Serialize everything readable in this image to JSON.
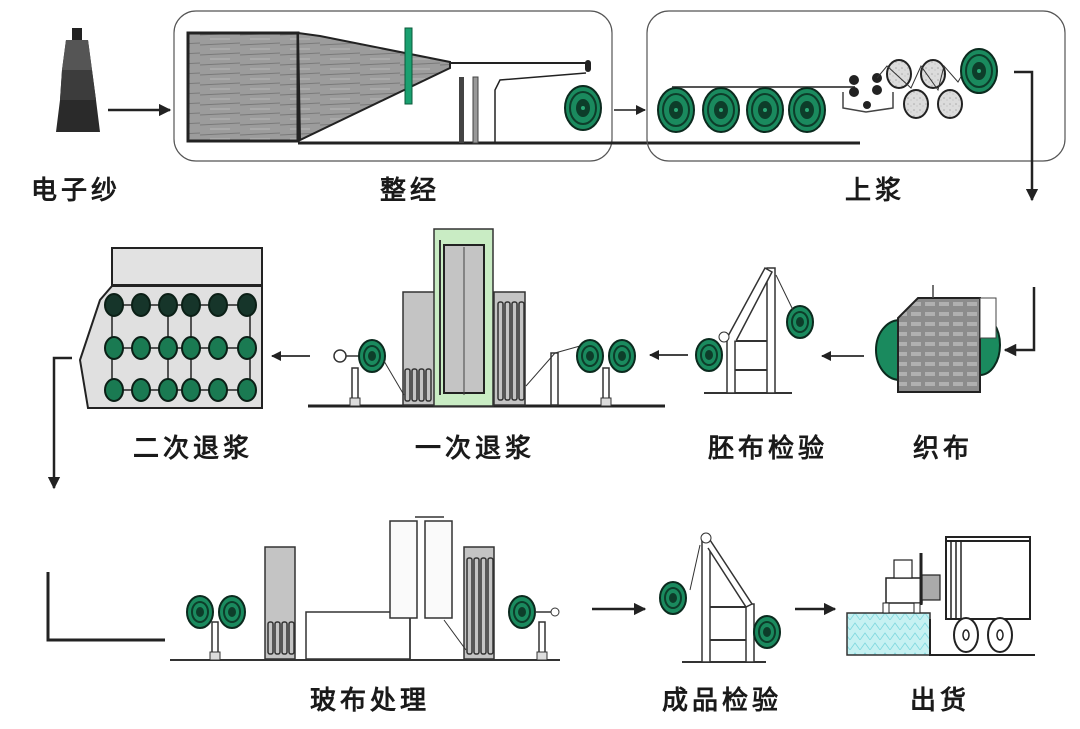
{
  "title": "电子纱 to 出货 glass fiber cloth process flow",
  "colors": {
    "roller_green": "#1a8a5e",
    "roller_dark": "#0d3d2a",
    "warp_gray": "#9a9a9a",
    "machine_gray": "#c4c4c4",
    "tank_green": "#c9ecc4",
    "cargo_cyan": "#bfeff0",
    "line": "#222222",
    "frame": "#555555"
  },
  "steps": [
    {
      "id": "yarn",
      "label": "电子纱",
      "order": 1
    },
    {
      "id": "warping",
      "label": "整经",
      "order": 2
    },
    {
      "id": "sizing",
      "label": "上浆",
      "order": 3
    },
    {
      "id": "weaving",
      "label": "织布",
      "order": 4
    },
    {
      "id": "greige-inspection",
      "label": "胚布检验",
      "order": 5
    },
    {
      "id": "first-desizing",
      "label": "一次退浆",
      "order": 6
    },
    {
      "id": "second-desizing",
      "label": "二次退浆",
      "order": 7
    },
    {
      "id": "cloth-treatment",
      "label": "玻布处理",
      "order": 8
    },
    {
      "id": "final-inspection",
      "label": "成品检验",
      "order": 9
    },
    {
      "id": "shipping",
      "label": "出货",
      "order": 10
    }
  ],
  "flow": [
    [
      "yarn",
      "warping"
    ],
    [
      "warping",
      "sizing"
    ],
    [
      "sizing",
      "weaving"
    ],
    [
      "weaving",
      "greige-inspection"
    ],
    [
      "greige-inspection",
      "first-desizing"
    ],
    [
      "first-desizing",
      "second-desizing"
    ],
    [
      "second-desizing",
      "cloth-treatment"
    ],
    [
      "cloth-treatment",
      "final-inspection"
    ],
    [
      "final-inspection",
      "shipping"
    ]
  ]
}
